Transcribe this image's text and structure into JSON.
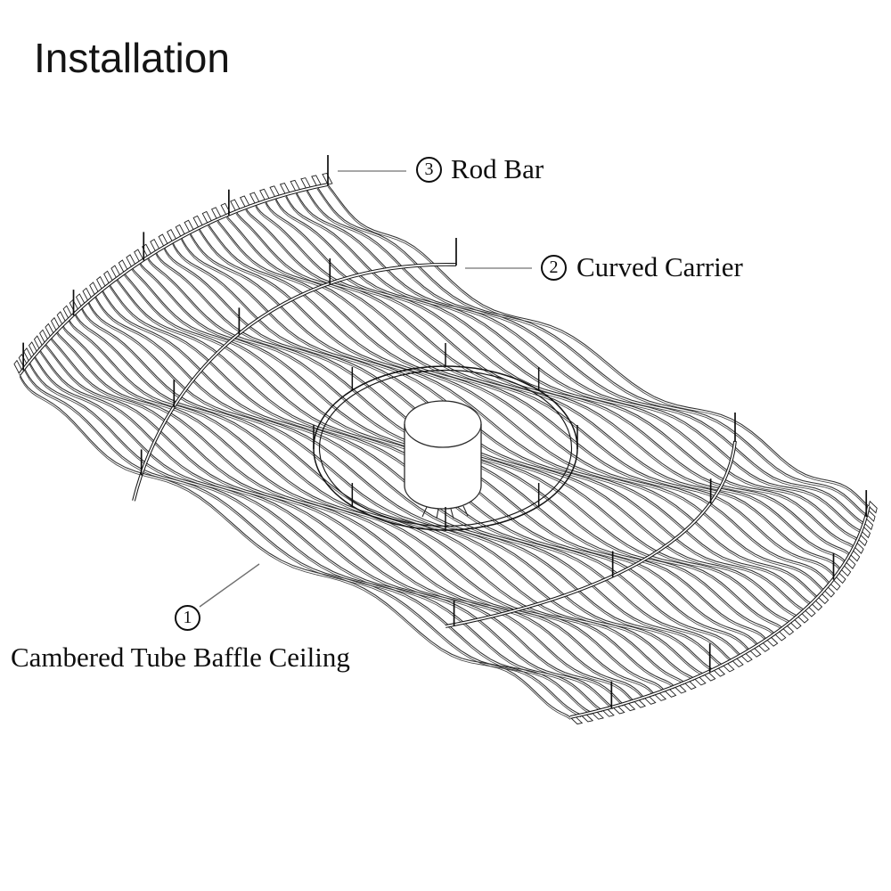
{
  "title": "Installation",
  "callouts": [
    {
      "number": "1",
      "label": "Cambered Tube Baffle Ceiling"
    },
    {
      "number": "2",
      "label": "Curved Carrier"
    },
    {
      "number": "3",
      "label": "Rod Bar"
    }
  ],
  "colors": {
    "ink": "#1c1c1c",
    "leader": "#8a8a8a",
    "background": "#ffffff"
  }
}
